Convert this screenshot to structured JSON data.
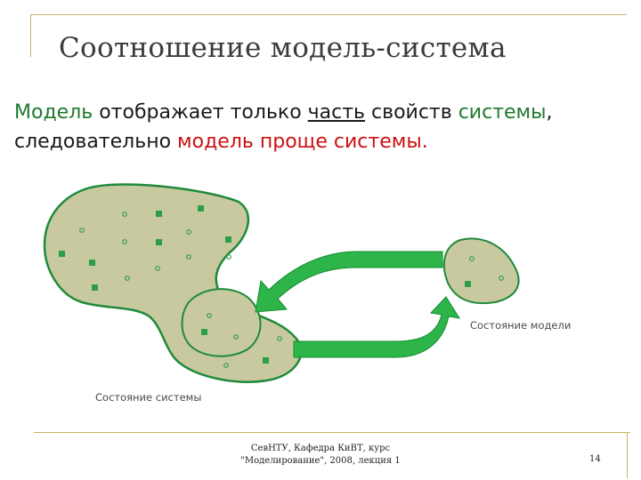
{
  "slide": {
    "title": "Соотношение модель-система",
    "body": {
      "line1": {
        "part1": "Модель",
        "part2": " отображает только ",
        "part3": "часть",
        "part4": " свойств ",
        "part5": "системы",
        "part6": ","
      },
      "line2": {
        "part1": "следовательно ",
        "part2": "модель проще системы."
      }
    },
    "diagram": {
      "system_label": "Состояние системы",
      "model_label": "Состояние модели"
    },
    "footer": {
      "line1": "СевНТУ, Кафедра КиВТ, курс",
      "line2": "\"Моделирование\", 2008, лекция 1",
      "page_number": "14"
    }
  },
  "colors": {
    "frame": "#c8b463",
    "blob_fill": "#c9c9a0",
    "blob_stroke": "#1f8a3a",
    "arrow_fill": "#2db54a",
    "dot": "#2e9e46"
  },
  "icons": [
    "square-dot-icon",
    "circle-dot-icon",
    "curved-arrow-icon"
  ]
}
